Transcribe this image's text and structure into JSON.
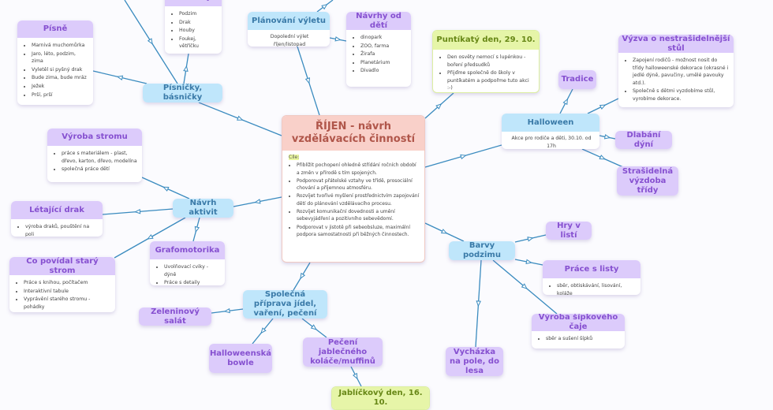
{
  "colors": {
    "link": "#3a8bbf",
    "blue": "#bfe6fb",
    "purple": "#dccbfb",
    "green": "#e6f5a8",
    "center": "#f9d0c9"
  },
  "nodes": {
    "center": {
      "title": "ŘÍJEN - návrh vzdělávacích činností",
      "label": "Cíle:",
      "items": [
        "Přiblížit pochopení ohledně střídání ročních období a změn v přírodě s tím spojených.",
        "Podporovat přátelské vztahy ve třídě, prosociální chování a příjemnou atmosféru.",
        "Rozvíjet tvořivé myšlení prostřednictvím zapojování dětí do plánování vzdělávacího procesu.",
        "Rozvíjet komunikační dovednosti a umění sebevyjádření a pozitivního sebevědomí.",
        "Podporovat v jistotě při sebeobsluze, maximální podpora samostatnosti při běžných činnostech."
      ]
    },
    "pisnicky": {
      "title": "Písničky, básničky"
    },
    "pisne": {
      "title": "Písně",
      "items": [
        "Marnivá muchomůrka",
        "Jaro, léto, podzim, zima",
        "Vyletěl si pyšný drak",
        "Bude zima, bude mráz",
        "Ježek",
        "Prší, prší"
      ]
    },
    "basnicky": {
      "title": "Básničky",
      "items": [
        "Podzim",
        "Drak",
        "Houby",
        "Foukej, větříčku"
      ]
    },
    "planovani": {
      "title": "Plánování výletu",
      "text": "Dopolední výlet říjen/listopad"
    },
    "navrhy": {
      "title": "Návrhy od dětí",
      "items": [
        "dinopark",
        "ZOO, farma",
        "Žirafa",
        "Planetárium",
        "Divadlo"
      ]
    },
    "puntikaty": {
      "title": "Puntíkatý den, 29. 10.",
      "items": [
        "Den osvěty nemocí s lupénkou - boření předsudků",
        "Přijďme společně do školy v puntíkatém a podpořme tuto akci :-)"
      ]
    },
    "halloween": {
      "title": "Halloween",
      "text": "Akce pro rodiče a děti, 30.10. od 17h"
    },
    "tradice": {
      "title": "Tradice"
    },
    "vyzva": {
      "title": "Výzva o nestrašidelnější stůl",
      "items": [
        "Zapojení rodičů - možnost nosit do třídy halloweenské dekorace (okrasné i jedlé dýně, pavučiny, umělé pavouky atd.).",
        "Společně s dětmi vyzdobíme stůl, vyrobíme dekorace."
      ]
    },
    "dlabani": {
      "title": "Dlabání dýní"
    },
    "strasidelna": {
      "title": "Strašidelná výzdoba třídy"
    },
    "vyroba_stromu": {
      "title": "Výroba stromu",
      "items": [
        "práce s materiálem - plast, dřevo, karton, dřevo, modelína",
        "společná práce dětí"
      ]
    },
    "navrh_aktivit": {
      "title": "Návrh aktivit"
    },
    "letajici": {
      "title": "Létající drak",
      "items": [
        "výroba draků, pouštění na poli"
      ]
    },
    "grafomotorika": {
      "title": "Grafomotorika",
      "items": [
        "Uvolňovací cviky - dýně",
        "Práce s detaily"
      ]
    },
    "co_povidal": {
      "title": "Co povídal starý strom",
      "items": [
        "Práce s knihou, počítačem",
        "Interaktivní tabule",
        "Vyprávění starého stromu - pohádky"
      ]
    },
    "barvy": {
      "title": "Barvy podzimu"
    },
    "hry": {
      "title": "Hry v listí"
    },
    "prace_listy": {
      "title": "Práce s listy",
      "items": [
        "sběr, obtiskávání, lisování, koláže"
      ]
    },
    "sipkovy": {
      "title": "Výroba šípkového čaje",
      "items": [
        "sběr a sušení šípků"
      ]
    },
    "vychazka": {
      "title": "Vycházka na pole, do lesa"
    },
    "spolecna": {
      "title": "Společná příprava jídel, vaření, pečení"
    },
    "zeleninovy": {
      "title": "Zeleninový salát"
    },
    "bowle": {
      "title": "Halloweenská bowle"
    },
    "peceni": {
      "title": "Pečení jablečného koláče/muffinů"
    },
    "jablickovy": {
      "title": "Jablíčkový den, 16. 10."
    }
  }
}
